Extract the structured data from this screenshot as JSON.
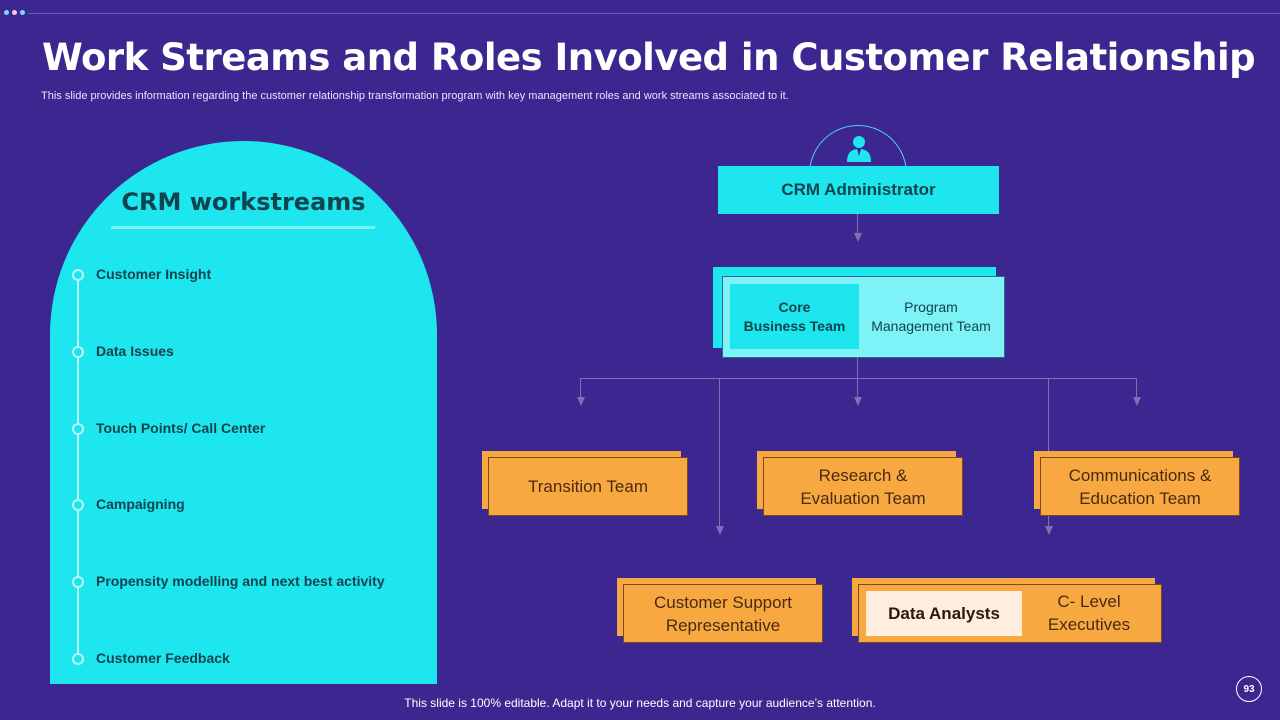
{
  "slide": {
    "title": "Work Streams and Roles Involved in Customer Relationship",
    "subtitle": "This slide provides information regarding the customer  relationship transformation program with key management  roles and work streams associated to it.",
    "footer": "This slide is 100% editable. Adapt it to your needs and capture your audience’s attention.",
    "page_number": "93"
  },
  "colors": {
    "background": "#3c2790",
    "cyan": "#1ee6ee",
    "light_cyan": "#7df3f7",
    "orange": "#f7a840",
    "cream": "#fdeedd",
    "dark_teal_text": "#11434e",
    "dots": [
      "#7ad8ff",
      "#ffc6e0",
      "#7ad8ff"
    ]
  },
  "workstreams": {
    "title": "CRM workstreams",
    "items": [
      {
        "label": "Customer Insight"
      },
      {
        "label": "Data Issues"
      },
      {
        "label": "Touch Points/ Call Center"
      },
      {
        "label": "Campaigning"
      },
      {
        "label": "Propensity modelling and next best activity"
      },
      {
        "label": "Customer Feedback"
      }
    ]
  },
  "org_chart": {
    "root": {
      "label": "CRM Administrator",
      "icon": "administrator-person-icon"
    },
    "level2": {
      "core": "Core\nBusiness Team",
      "program": "Program\nManagement Team"
    },
    "level3": [
      {
        "label": "Transition Team"
      },
      {
        "label": "Research &\nEvaluation Team"
      },
      {
        "label": "Communications &\nEducation Team"
      }
    ],
    "level4": {
      "customer_support": "Customer Support\nRepresentative",
      "data_analysts": "Data Analysts",
      "c_level": "C- Level\nExecutives"
    }
  }
}
